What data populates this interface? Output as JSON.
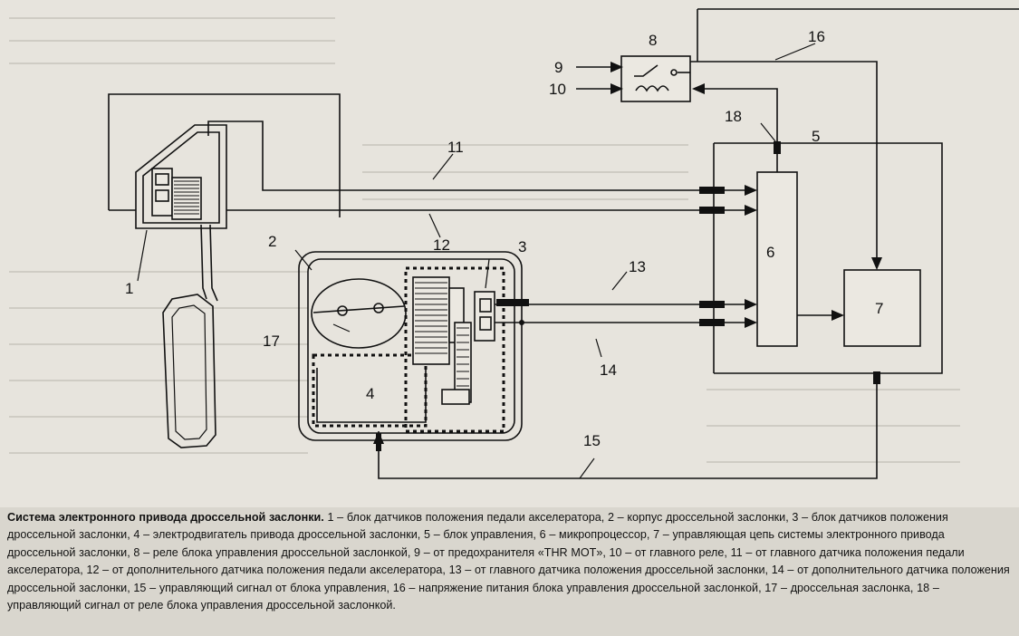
{
  "diagram": {
    "labels": {
      "n1": "1",
      "n2": "2",
      "n3": "3",
      "n4": "4",
      "n5": "5",
      "n6": "6",
      "n7": "7",
      "n8": "8",
      "n9": "9",
      "n10": "10",
      "n11": "11",
      "n12": "12",
      "n13": "13",
      "n14": "14",
      "n15": "15",
      "n16": "16",
      "n17": "17",
      "n18": "18"
    }
  },
  "caption": {
    "title": "Система электронного привода дроссельной заслонки.",
    "text": " 1 – блок датчиков положения педали акселератора, 2 – корпус дроссельной заслонки, 3 – блок датчиков положения дроссельной заслонки, 4 – электродвигатель привода дроссельной заслонки, 5 – блок управления, 6 – микропроцессор, 7 – управляющая цепь системы электронного привода дроссельной заслонки, 8 – реле блока управления дроссельной заслонкой, 9 – от предохранителя «THR MOT», 10 – от главного реле, 11 – от главного датчика положения педали акселератора, 12 – от дополнительного датчика положения педали акселератора, 13 – от главного датчика положения дроссельной заслонки, 14 – от дополнительного датчика положения дроссельной заслонки, 15 – управляющий сигнал от блока управления, 16 – напряжение питания блока управления дроссельной заслонкой, 17 – дроссельная заслонка, 18 – управляющий сигнал от реле блока управления дроссельной заслонкой."
  }
}
